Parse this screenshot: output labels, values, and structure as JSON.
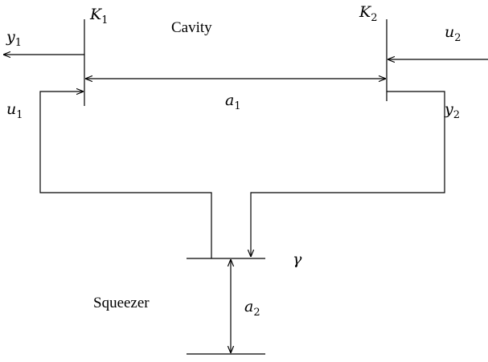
{
  "labels": {
    "K1": {
      "base": "K",
      "sub": "1"
    },
    "K2": {
      "base": "K",
      "sub": "2"
    },
    "y1": {
      "base": "y",
      "sub": "1"
    },
    "y2": {
      "base": "y",
      "sub": "2"
    },
    "u1": {
      "base": "u",
      "sub": "1"
    },
    "u2": {
      "base": "u",
      "sub": "2"
    },
    "a1": {
      "base": "a",
      "sub": "1"
    },
    "a2": {
      "base": "a",
      "sub": "2"
    },
    "gamma": "γ",
    "cavity": "Cavity",
    "squeezer": "Squeezer"
  }
}
